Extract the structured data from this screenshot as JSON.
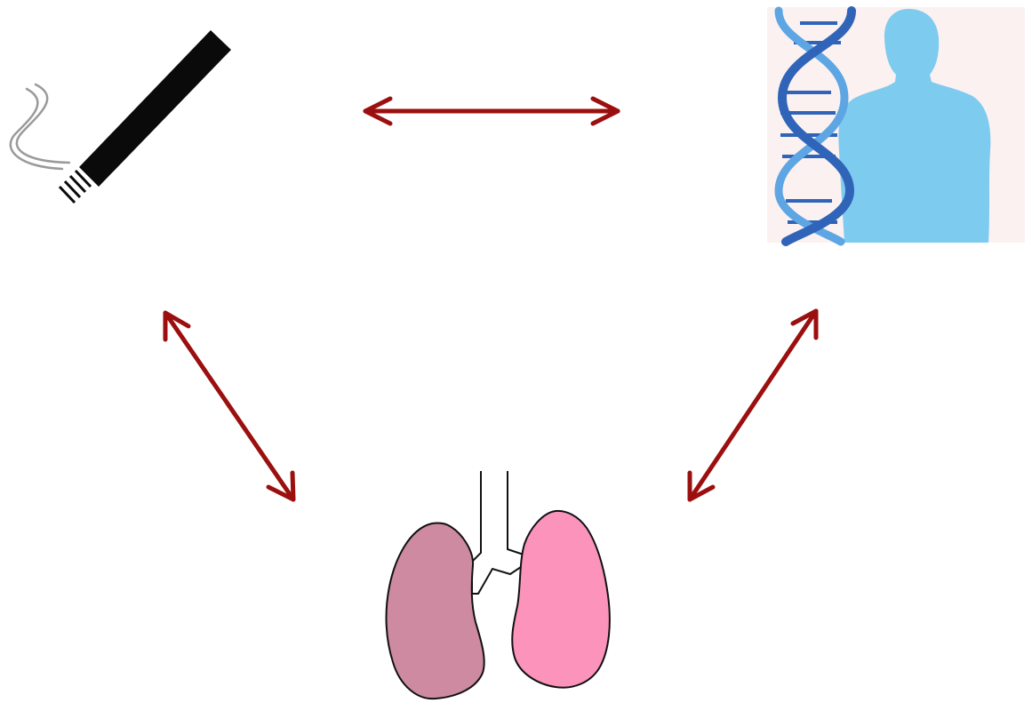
{
  "colors": {
    "background": "#ffffff",
    "arrow": "#9b0f0f",
    "cigarette": "#0a0a0a",
    "smoke": "#9a9a9a",
    "dna_dark": "#2f64b8",
    "dna_light": "#5da6e3",
    "person": "#7ecbf0",
    "person_panel": "#fcf1f1",
    "lung_left": "#cd8aa1",
    "lung_right": "#fb93bb",
    "outline": "#111111"
  },
  "nodes": [
    {
      "id": "smoking",
      "icon": "cigarette-icon"
    },
    {
      "id": "genetics",
      "icon": "dna-person-icon"
    },
    {
      "id": "lungs",
      "icon": "lungs-icon"
    }
  ],
  "edges": [
    {
      "from": "smoking",
      "to": "genetics",
      "direction": "both"
    },
    {
      "from": "smoking",
      "to": "lungs",
      "direction": "both"
    },
    {
      "from": "genetics",
      "to": "lungs",
      "direction": "both"
    }
  ]
}
